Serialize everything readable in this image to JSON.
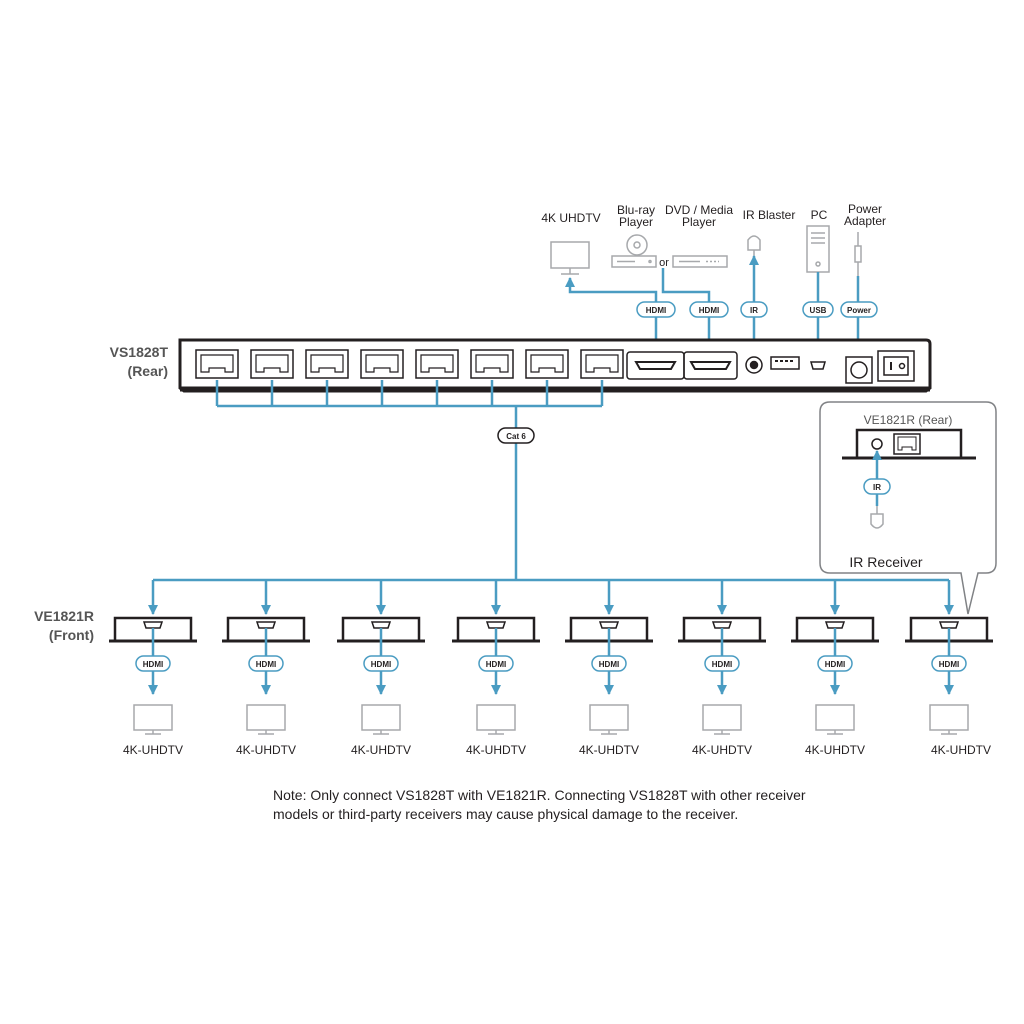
{
  "transmitter": {
    "model": "VS1828T",
    "view": "(Rear)"
  },
  "receiver": {
    "model": "VE1821R",
    "view": "(Front)",
    "rear_title": "VE1821R (Rear)",
    "ir_receiver": "IR Receiver",
    "ir_tag": "IR"
  },
  "sources": {
    "tv": "4K UHDTV",
    "bluray_line1": "Blu-ray",
    "bluray_line2": "Player",
    "or": "or",
    "dvd_line1": "DVD / Media",
    "dvd_line2": "Player",
    "ir_blaster": "IR Blaster",
    "pc": "PC",
    "power_line1": "Power",
    "power_line2": "Adapter"
  },
  "cable_tags": {
    "hdmi": "HDMI",
    "ir": "IR",
    "usb": "USB",
    "power": "Power",
    "cat6": "Cat 6"
  },
  "outputs": [
    {
      "tag": "HDMI",
      "display": "4K-UHDTV"
    },
    {
      "tag": "HDMI",
      "display": "4K-UHDTV"
    },
    {
      "tag": "HDMI",
      "display": "4K-UHDTV"
    },
    {
      "tag": "HDMI",
      "display": "4K-UHDTV"
    },
    {
      "tag": "HDMI",
      "display": "4K-UHDTV"
    },
    {
      "tag": "HDMI",
      "display": "4K-UHDTV"
    },
    {
      "tag": "HDMI",
      "display": "4K-UHDTV"
    },
    {
      "tag": "HDMI",
      "display": "4K-UHDTV"
    }
  ],
  "note": {
    "line1": "Note: Only connect VS1828T with VE1821R. Connecting VS1828T with other receiver",
    "line2": "models or third-party receivers may cause physical damage to the receiver."
  },
  "colors": {
    "cable": "#4a9cc2",
    "device": "#231f20",
    "icon": "#a7a9ac"
  }
}
